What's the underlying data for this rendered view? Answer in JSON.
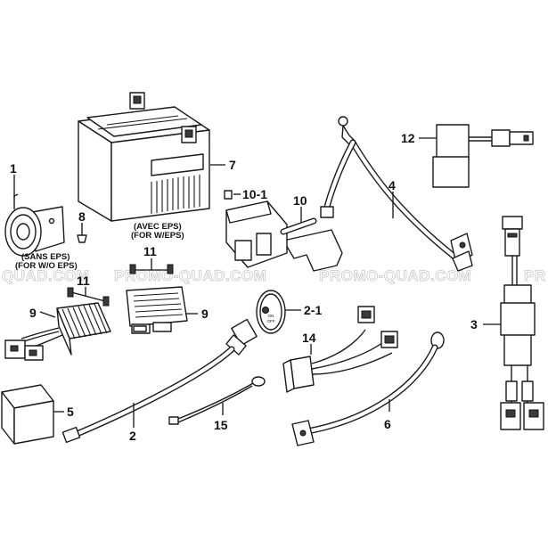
{
  "watermarks": [
    "QUAD.COM",
    "PROMO-QUAD.COM",
    "PROMO-QUAD.COM",
    "PR"
  ],
  "labels": {
    "p1": "1",
    "p2": "2",
    "p2_1": "2-1",
    "p3": "3",
    "p4": "4",
    "p5": "5",
    "p6": "6",
    "p7": "7",
    "p8": "8",
    "p9_left": "9",
    "p9_right": "9",
    "p10": "10",
    "p10_1": "10-1",
    "p11_top": "11",
    "p11_left": "11",
    "p12": "12",
    "p14": "14",
    "p15": "15"
  },
  "notes": {
    "avec_eps": "(AVEC EPS)",
    "for_w_eps": "(FOR W/EPS)",
    "sans_eps": "(SANS EPS)",
    "for_wo_eps": "(FOR W/O EPS)"
  },
  "switch_text": {
    "on": "ON",
    "off": "OFF"
  }
}
